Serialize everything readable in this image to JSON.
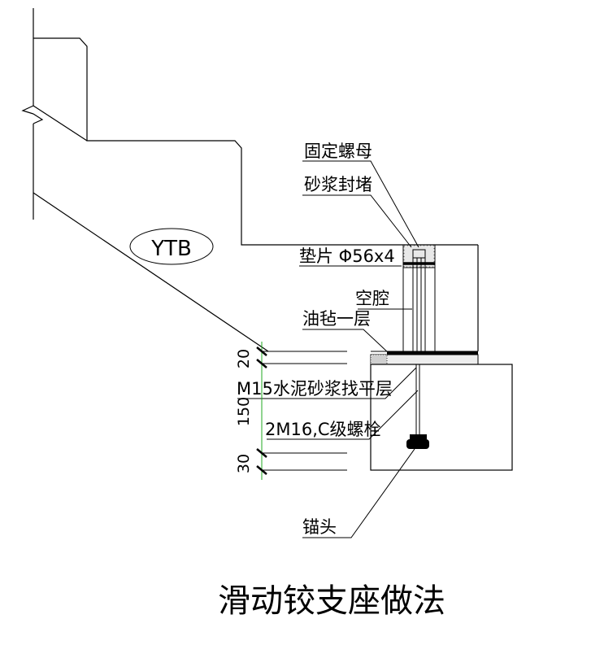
{
  "drawing": {
    "title": "滑动铰支座做法",
    "member_tag": "YTB",
    "labels": {
      "fixed_nut": "固定螺母",
      "mortar_seal": "砂浆封堵",
      "washer": "垫片 Φ56x4",
      "cavity": "空腔",
      "felt": "油毡一层",
      "leveling": "M15水泥砂浆找平层",
      "bolt": "2M16,C级螺栓",
      "anchor_head": "锚头"
    },
    "dimensions": [
      "20",
      "150",
      "30"
    ]
  },
  "colors": {
    "line": "#000000",
    "dimension_tick": "#22aa22",
    "background": "#ffffff"
  }
}
